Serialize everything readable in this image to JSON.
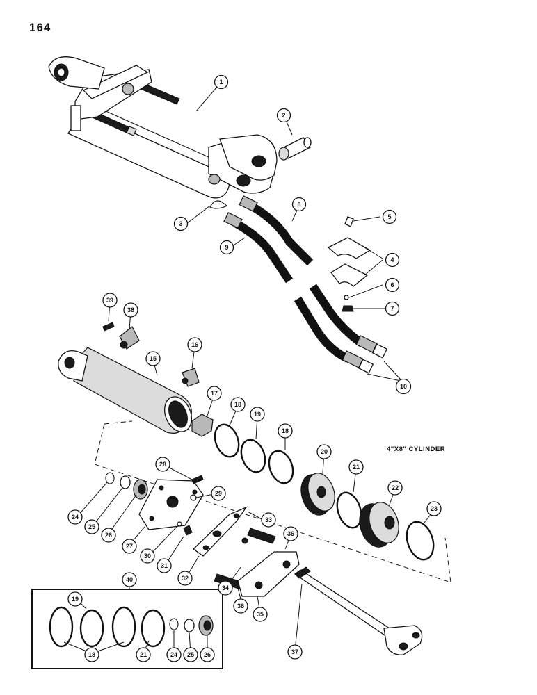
{
  "page_number": "164",
  "cylinder_label": "4\"X8\" CYLINDER",
  "callouts": [
    "1",
    "2",
    "3",
    "4",
    "5",
    "6",
    "7",
    "8",
    "9",
    "10",
    "15",
    "16",
    "17",
    "18",
    "19",
    "18",
    "20",
    "21",
    "22",
    "23",
    "24",
    "25",
    "26",
    "27",
    "28",
    "29",
    "30",
    "31",
    "32",
    "33",
    "34",
    "35",
    "36",
    "36",
    "37",
    "38",
    "39",
    "40",
    "19",
    "18",
    "18",
    "21",
    "24",
    "25",
    "26"
  ]
}
